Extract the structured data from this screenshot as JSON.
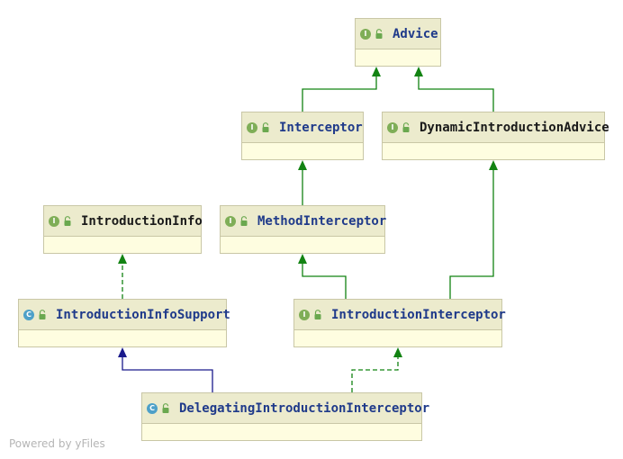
{
  "nodes": {
    "advice": {
      "label": "Advice",
      "kind": "I"
    },
    "interceptor": {
      "label": "Interceptor",
      "kind": "I"
    },
    "dynamic_introduction_advice": {
      "label": "DynamicIntroductionAdvice",
      "kind": "I"
    },
    "introduction_info": {
      "label": "IntroductionInfo",
      "kind": "I"
    },
    "method_interceptor": {
      "label": "MethodInterceptor",
      "kind": "I"
    },
    "introduction_info_support": {
      "label": "IntroductionInfoSupport",
      "kind": "C"
    },
    "introduction_interceptor": {
      "label": "IntroductionInterceptor",
      "kind": "I"
    },
    "delegating_introduction_interceptor": {
      "label": "DelegatingIntroductionInterceptor",
      "kind": "C"
    }
  },
  "edges": [
    {
      "from": "interceptor",
      "to": "advice",
      "style": "solid",
      "color": "#128312"
    },
    {
      "from": "dynamic_introduction_advice",
      "to": "advice",
      "style": "solid",
      "color": "#128312"
    },
    {
      "from": "method_interceptor",
      "to": "interceptor",
      "style": "solid",
      "color": "#128312"
    },
    {
      "from": "introduction_interceptor",
      "to": "method_interceptor",
      "style": "solid",
      "color": "#128312"
    },
    {
      "from": "introduction_interceptor",
      "to": "dynamic_introduction_advice",
      "style": "solid",
      "color": "#128312"
    },
    {
      "from": "introduction_info_support",
      "to": "introduction_info",
      "style": "dashed",
      "color": "#128312"
    },
    {
      "from": "delegating_introduction_interceptor",
      "to": "introduction_info_support",
      "style": "solid",
      "color": "#1a1a8c"
    },
    {
      "from": "delegating_introduction_interceptor",
      "to": "introduction_interceptor",
      "style": "dashed",
      "color": "#128312"
    }
  ],
  "colors": {
    "interface_icon": "#7fae57",
    "class_icon": "#4da0c8",
    "node_header": "#ecebcd",
    "node_body": "#fefde0",
    "implements_arrow": "#128312",
    "extends_arrow": "#1a1a8c"
  },
  "footer": {
    "watermark": "Powered by yFiles"
  }
}
